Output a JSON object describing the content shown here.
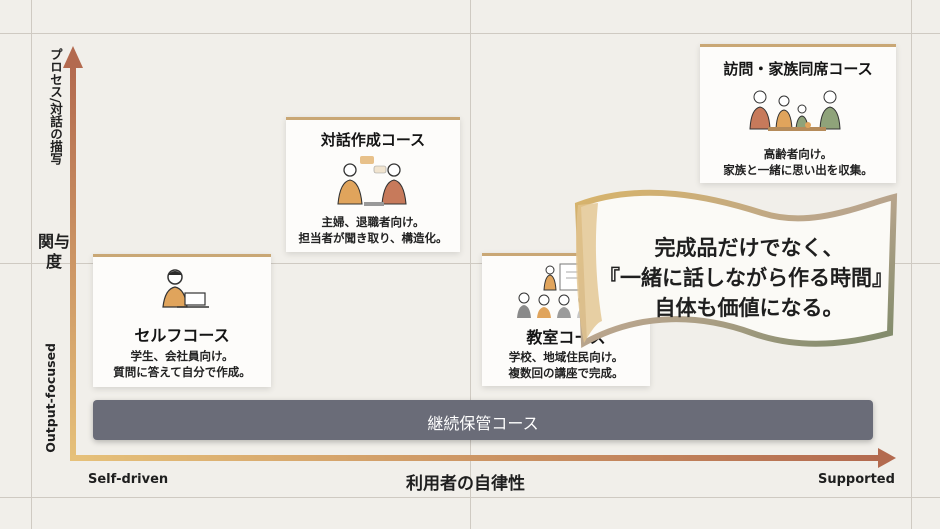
{
  "y_axis": {
    "title": "プロセス/対話の描写",
    "title_main": "関与度",
    "low_label": "Output-focused"
  },
  "x_axis": {
    "title": "利用者の自律性",
    "low_label": "Self-driven",
    "high_label": "Supported"
  },
  "cards": {
    "self": {
      "title": "セルフコース",
      "desc1": "学生、会社員向け。",
      "desc2": "質問に答えて自分で作成。"
    },
    "dialogue": {
      "title": "対話作成コース",
      "desc1": "主婦、退職者向け。",
      "desc2": "担当者が聞き取り、構造化。"
    },
    "classroom": {
      "title": "教室コース",
      "desc1": "学校、地域住民向け。",
      "desc2": "複数回の講座で完成。"
    },
    "visit": {
      "title": "訪問・家族同席コース",
      "desc1": "高齢者向け。",
      "desc2": "家族と一緒に思い出を収集。"
    }
  },
  "archive_bar": {
    "label": "継続保管コース"
  },
  "banner": {
    "line1": "完成品だけでなく、",
    "line2": "『一緒に話しながら作る時間』",
    "line3": "自体も価値になる。"
  },
  "colors": {
    "axis_start": "#e1b566",
    "axis_end": "#b3674d",
    "bar": "#6a6c78",
    "card_accent": "#c9a775"
  }
}
